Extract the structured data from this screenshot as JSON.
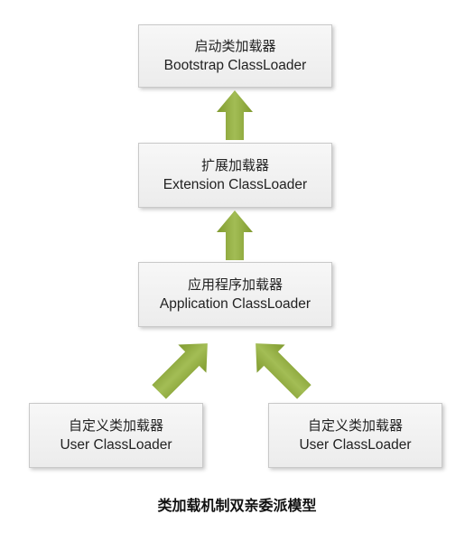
{
  "nodes": {
    "bootstrap": {
      "cn": "启动类加载器",
      "en": "Bootstrap ClassLoader"
    },
    "extension": {
      "cn": "扩展加载器",
      "en": "Extension ClassLoader"
    },
    "application": {
      "cn": "应用程序加载器",
      "en": "Application ClassLoader"
    },
    "user1": {
      "cn": "自定义类加载器",
      "en": "User ClassLoader"
    },
    "user2": {
      "cn": "自定义类加载器",
      "en": "User ClassLoader"
    }
  },
  "caption": "类加载机制双亲委派模型",
  "colors": {
    "arrow": "#8faa3c",
    "node_border": "#c9c9c9"
  }
}
